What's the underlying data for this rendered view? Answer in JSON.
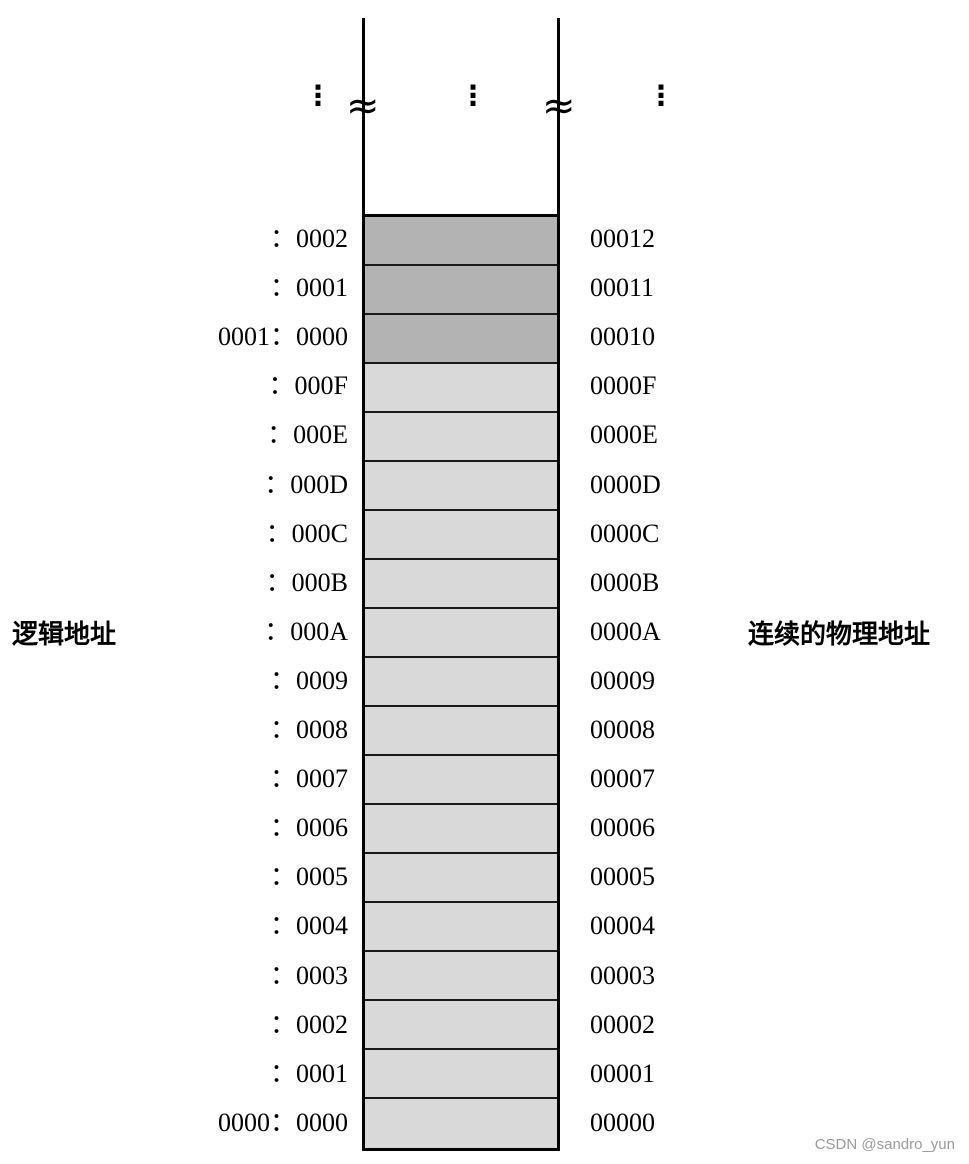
{
  "title_left": "逻辑地址",
  "title_right": "连续的物理地址",
  "ellipsis": "⋮",
  "break_mark": "≈",
  "colors": {
    "highlight": "#b3b3b3",
    "normal": "#d9d9d9",
    "border": "#000000"
  },
  "rows": [
    {
      "logical": "：0002",
      "physical": "00012",
      "highlight": true
    },
    {
      "logical": "：0001",
      "physical": "00011",
      "highlight": true
    },
    {
      "logical": "0001：0000",
      "physical": "00010",
      "highlight": true
    },
    {
      "logical": "：000F",
      "physical": "0000F",
      "highlight": false
    },
    {
      "logical": "：000E",
      "physical": "0000E",
      "highlight": false
    },
    {
      "logical": "：000D",
      "physical": "0000D",
      "highlight": false
    },
    {
      "logical": "：000C",
      "physical": "0000C",
      "highlight": false
    },
    {
      "logical": "：000B",
      "physical": "0000B",
      "highlight": false
    },
    {
      "logical": "：000A",
      "physical": "0000A",
      "highlight": false
    },
    {
      "logical": "：0009",
      "physical": "00009",
      "highlight": false
    },
    {
      "logical": "：0008",
      "physical": "00008",
      "highlight": false
    },
    {
      "logical": "：0007",
      "physical": "00007",
      "highlight": false
    },
    {
      "logical": "：0006",
      "physical": "00006",
      "highlight": false
    },
    {
      "logical": "：0005",
      "physical": "00005",
      "highlight": false
    },
    {
      "logical": "：0004",
      "physical": "00004",
      "highlight": false
    },
    {
      "logical": "：0003",
      "physical": "00003",
      "highlight": false
    },
    {
      "logical": "：0002",
      "physical": "00002",
      "highlight": false
    },
    {
      "logical": "：0001",
      "physical": "00001",
      "highlight": false
    },
    {
      "logical": "0000：0000",
      "physical": "00000",
      "highlight": false
    }
  ],
  "watermark": "CSDN @sandro_yun"
}
